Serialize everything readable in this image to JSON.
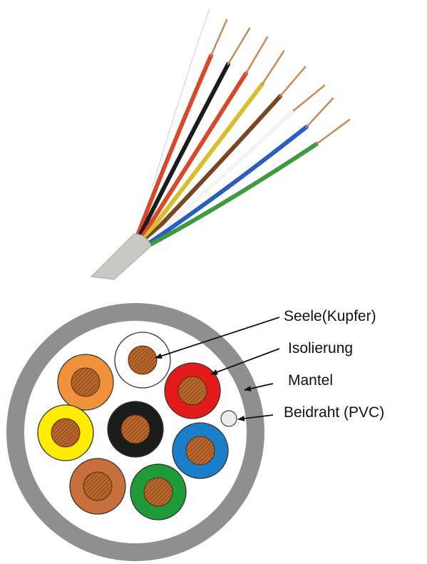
{
  "colors": {
    "jacket": "#8f8f8f",
    "filler": "#ffffff",
    "copper": "#b8682c",
    "copper_hatch": "#6f3510",
    "arrow": "#111111",
    "cable_sheath": "#c8c8c4"
  },
  "labels": {
    "seele": "Seele(Kupfer)",
    "isolierung": "Isolierung",
    "mantel": "Mantel",
    "beidraht": "Beidraht (PVC)"
  },
  "cores": [
    {
      "name": "white-core",
      "insulation": "#ffffff"
    },
    {
      "name": "orange-core",
      "insulation": "#f0913c"
    },
    {
      "name": "red-core",
      "insulation": "#e21a1a"
    },
    {
      "name": "yellow-core",
      "insulation": "#ffec00"
    },
    {
      "name": "black-core",
      "insulation": "#1c1c1c"
    },
    {
      "name": "blue-core",
      "insulation": "#1a7fc8"
    },
    {
      "name": "brown-core",
      "insulation": "#c8703c"
    },
    {
      "name": "green-core",
      "insulation": "#1f9a38"
    }
  ],
  "wires": [
    {
      "name": "wire-red-1",
      "color": "#d8482a"
    },
    {
      "name": "wire-black",
      "color": "#1c1c1c"
    },
    {
      "name": "wire-red-2",
      "color": "#d8482a"
    },
    {
      "name": "wire-yellow",
      "color": "#d6bf2a"
    },
    {
      "name": "wire-brown",
      "color": "#7a4520"
    },
    {
      "name": "wire-white",
      "color": "#f4f4f4"
    },
    {
      "name": "wire-blue",
      "color": "#2a5fc0"
    },
    {
      "name": "wire-green",
      "color": "#3f9a3f"
    }
  ]
}
